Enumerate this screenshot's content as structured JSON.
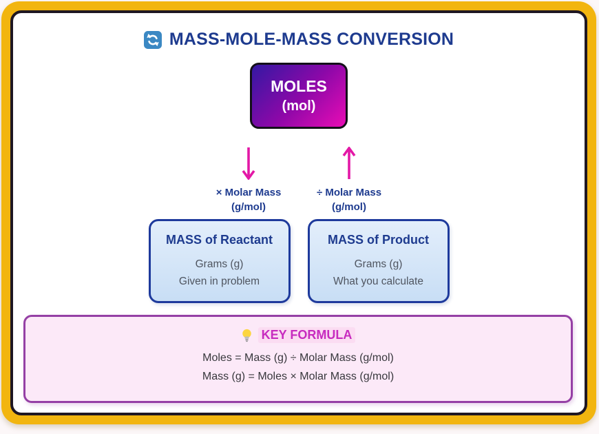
{
  "header": {
    "icon": "cycle-refresh-icon",
    "title": "MASS-MOLE-MASS CONVERSION"
  },
  "moles_box": {
    "title": "MOLES",
    "subtitle": "(mol)"
  },
  "conversion_arrows": {
    "left": {
      "direction": "down",
      "label": "× Molar Mass",
      "unit": "(g/mol)"
    },
    "right": {
      "direction": "up",
      "label": "÷ Molar Mass",
      "unit": "(g/mol)"
    }
  },
  "mass_boxes": [
    {
      "title": "MASS of Reactant",
      "line1": "Grams (g)",
      "line2": "Given in problem"
    },
    {
      "title": "MASS of Product",
      "line1": "Grams (g)",
      "line2": "What you calculate"
    }
  ],
  "key_formula": {
    "icon": "lightbulb-icon",
    "title": "KEY FORMULA",
    "formulas": [
      "Moles = Mass (g) ÷ Molar Mass (g/mol)",
      "Mass (g) = Moles × Molar Mass (g/mol)"
    ]
  },
  "colors": {
    "frame_yellow": "#F2B50F",
    "frame_border_dark": "#1F1722",
    "navy_text": "#1E3B8F",
    "arrow_pink": "#E318A6",
    "moles_gradient_start": "#3318A3",
    "moles_gradient_end": "#E90CB5",
    "mass_box_bg": "#D5E6F9",
    "mass_box_border": "#1E3A9C",
    "key_box_bg": "#FCE9F8",
    "key_box_border": "#9540A5",
    "key_title_text": "#C72BBF"
  }
}
